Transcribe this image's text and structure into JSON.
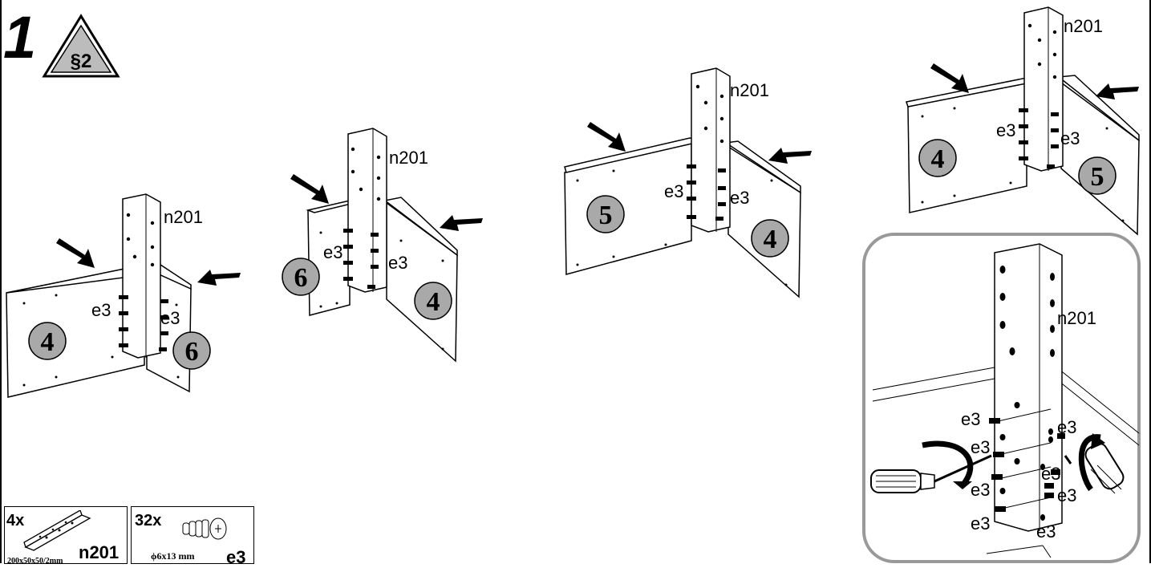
{
  "step": {
    "number": "1",
    "warning_symbol": "§2"
  },
  "assemblies": [
    {
      "bracket": "n201",
      "screw_left": "e3",
      "screw_right": "e3",
      "panel_left": "4",
      "panel_right": "6"
    },
    {
      "bracket": "n201",
      "screw_left": "e3",
      "screw_right": "e3",
      "panel_left": "6",
      "panel_right": "4"
    },
    {
      "bracket": "n201",
      "screw_left": "e3",
      "screw_right": "e3",
      "panel_left": "5",
      "panel_right": "4"
    },
    {
      "bracket": "n201",
      "screw_left": "e3",
      "screw_right": "e3",
      "panel_left": "4",
      "panel_right": "5"
    }
  ],
  "detail": {
    "bracket": "n201",
    "screw_labels": [
      "e3",
      "e3",
      "e3",
      "e3",
      "e3",
      "e3",
      "e3",
      "e3"
    ]
  },
  "parts": [
    {
      "quantity": "4x",
      "code": "n201",
      "dimensions": "200x50x50/2mm",
      "icon": "angle-bracket-icon"
    },
    {
      "quantity": "32x",
      "code": "e3",
      "dimensions": "ϕ6x13 mm",
      "icon": "cam-dowel-icon"
    }
  ],
  "colors": {
    "badge_fill": "#a9a9a9",
    "detail_frame": "#999999",
    "ink": "#000000"
  }
}
